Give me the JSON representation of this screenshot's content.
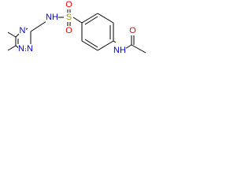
{
  "molecule": {
    "atoms": {
      "ring_n1": "N",
      "ring_n2": "N",
      "ring_n4": "N",
      "amine_nh_sulfonamide": "NH",
      "sulfur": "S",
      "sulfonyl_o_top": "O",
      "sulfonyl_o_bottom": "O",
      "amide_nh": "NH",
      "amide_o": "O"
    },
    "colors": {
      "nitrogen": "#0000cc",
      "oxygen": "#ff0000",
      "sulfur": "#999900",
      "bond": "#000000"
    }
  }
}
